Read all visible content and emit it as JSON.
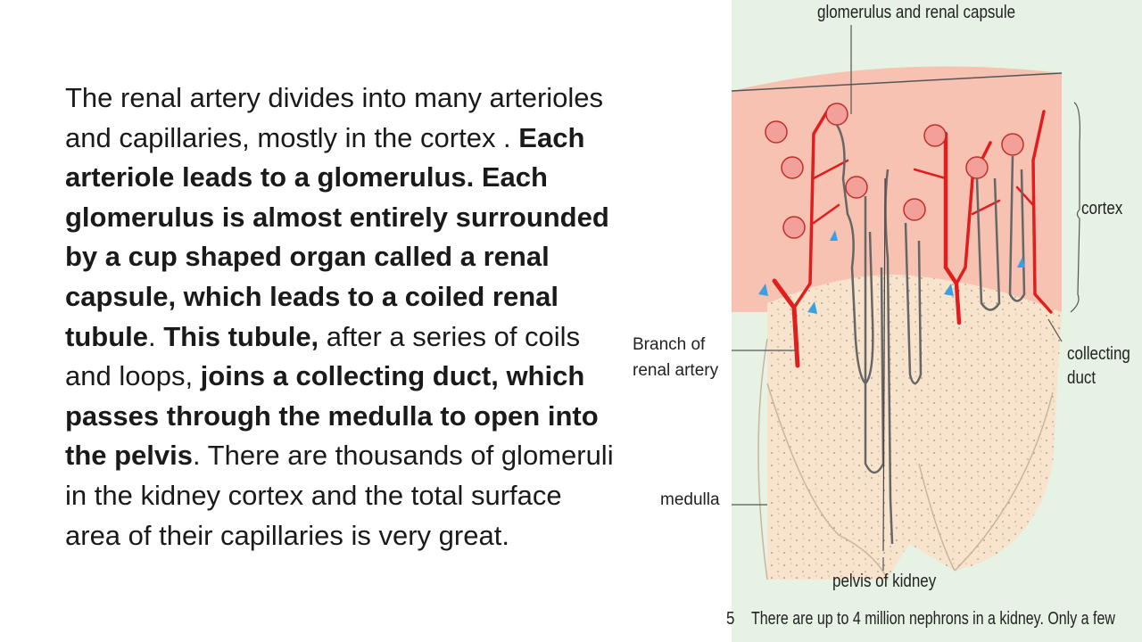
{
  "body_text": [
    {
      "text": "The renal artery divides into  many arterioles and capillaries, mostly in the cortex . ",
      "bold": false
    },
    {
      "text": "Each arteriole leads to a glomerulus.  Each glomerulus is almost entirely surrounded by a cup shaped organ called a renal capsule, which leads to a coiled renal tubule",
      "bold": true
    },
    {
      "text": ". ",
      "bold": false
    },
    {
      "text": "This tubule,",
      "bold": true
    },
    {
      "text": " after a series of coils and loops, ",
      "bold": false
    },
    {
      "text": "joins a collecting duct, which passes through the medulla to open into the pelvis",
      "bold": true
    },
    {
      "text": ". There are thousands of glomeruli in the kidney cortex and the total surface area of their capillaries is very great.",
      "bold": false
    }
  ],
  "diagram": {
    "labels": {
      "top": "glomerulus and renal capsule",
      "cortex": "cortex",
      "collecting_1": "collecting",
      "collecting_2": "duct",
      "branch_1": "Branch of",
      "branch_2": "renal artery",
      "medulla": "medulla",
      "pelvis": "pelvis of kidney",
      "caption_num": "5",
      "caption": "There are up to 4 million nephrons in a kidney. Only a few"
    },
    "colors": {
      "panel_bg": "#e6f2e4",
      "cortex": "#f7c2b2",
      "medulla": "#f8e4cc",
      "vessel": "#e01e1e",
      "blue": "#3aa0df"
    }
  }
}
